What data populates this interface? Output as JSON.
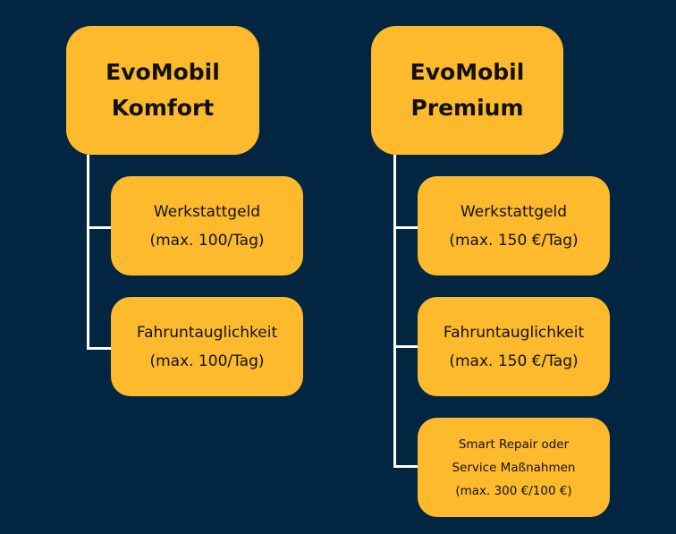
{
  "colors": {
    "background": "#022642",
    "box": "#FDBA2C",
    "connector": "#FFFFFF",
    "text": "#111111"
  },
  "columns": [
    {
      "title": [
        "EvoMobil",
        "Komfort"
      ],
      "items": [
        [
          "Werkstattgeld",
          "(max. 100/Tag)"
        ],
        [
          "Fahruntauglichkeit",
          "(max. 100/Tag)"
        ]
      ]
    },
    {
      "title": [
        "EvoMobil",
        "Premium"
      ],
      "items": [
        [
          "Werkstattgeld",
          "(max. 150 €/Tag)"
        ],
        [
          "Fahruntauglichkeit",
          "(max. 150 €/Tag)"
        ],
        [
          "Smart Repair oder",
          "Service Maßnahmen",
          "(max. 300 €/100 €)"
        ]
      ]
    }
  ]
}
